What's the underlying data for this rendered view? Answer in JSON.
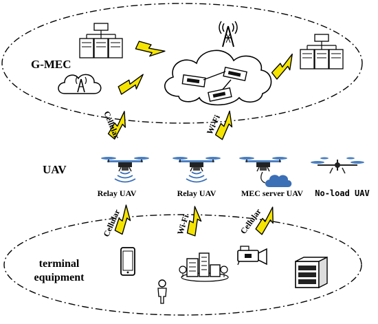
{
  "regions": {
    "gmec": "G-MEC",
    "uav": "UAV",
    "terminal_line1": "terminal",
    "terminal_line2": "equipment"
  },
  "uavs": {
    "relay1": "Relay UAV",
    "relay2": "Relay UAV",
    "mec_server": "MEC server UAV",
    "no_load": "No-load UAV"
  },
  "links": {
    "top_left": "Cellular",
    "top_middle": "Wi-Fi",
    "bottom_left": "Cellular",
    "bottom_middle": "Wi-Fi",
    "bottom_right": "Cellular"
  },
  "colors": {
    "lightning": "#f5e400",
    "drone_blue": "#4a7fc1",
    "cloud_blue": "#3b6fb6"
  }
}
